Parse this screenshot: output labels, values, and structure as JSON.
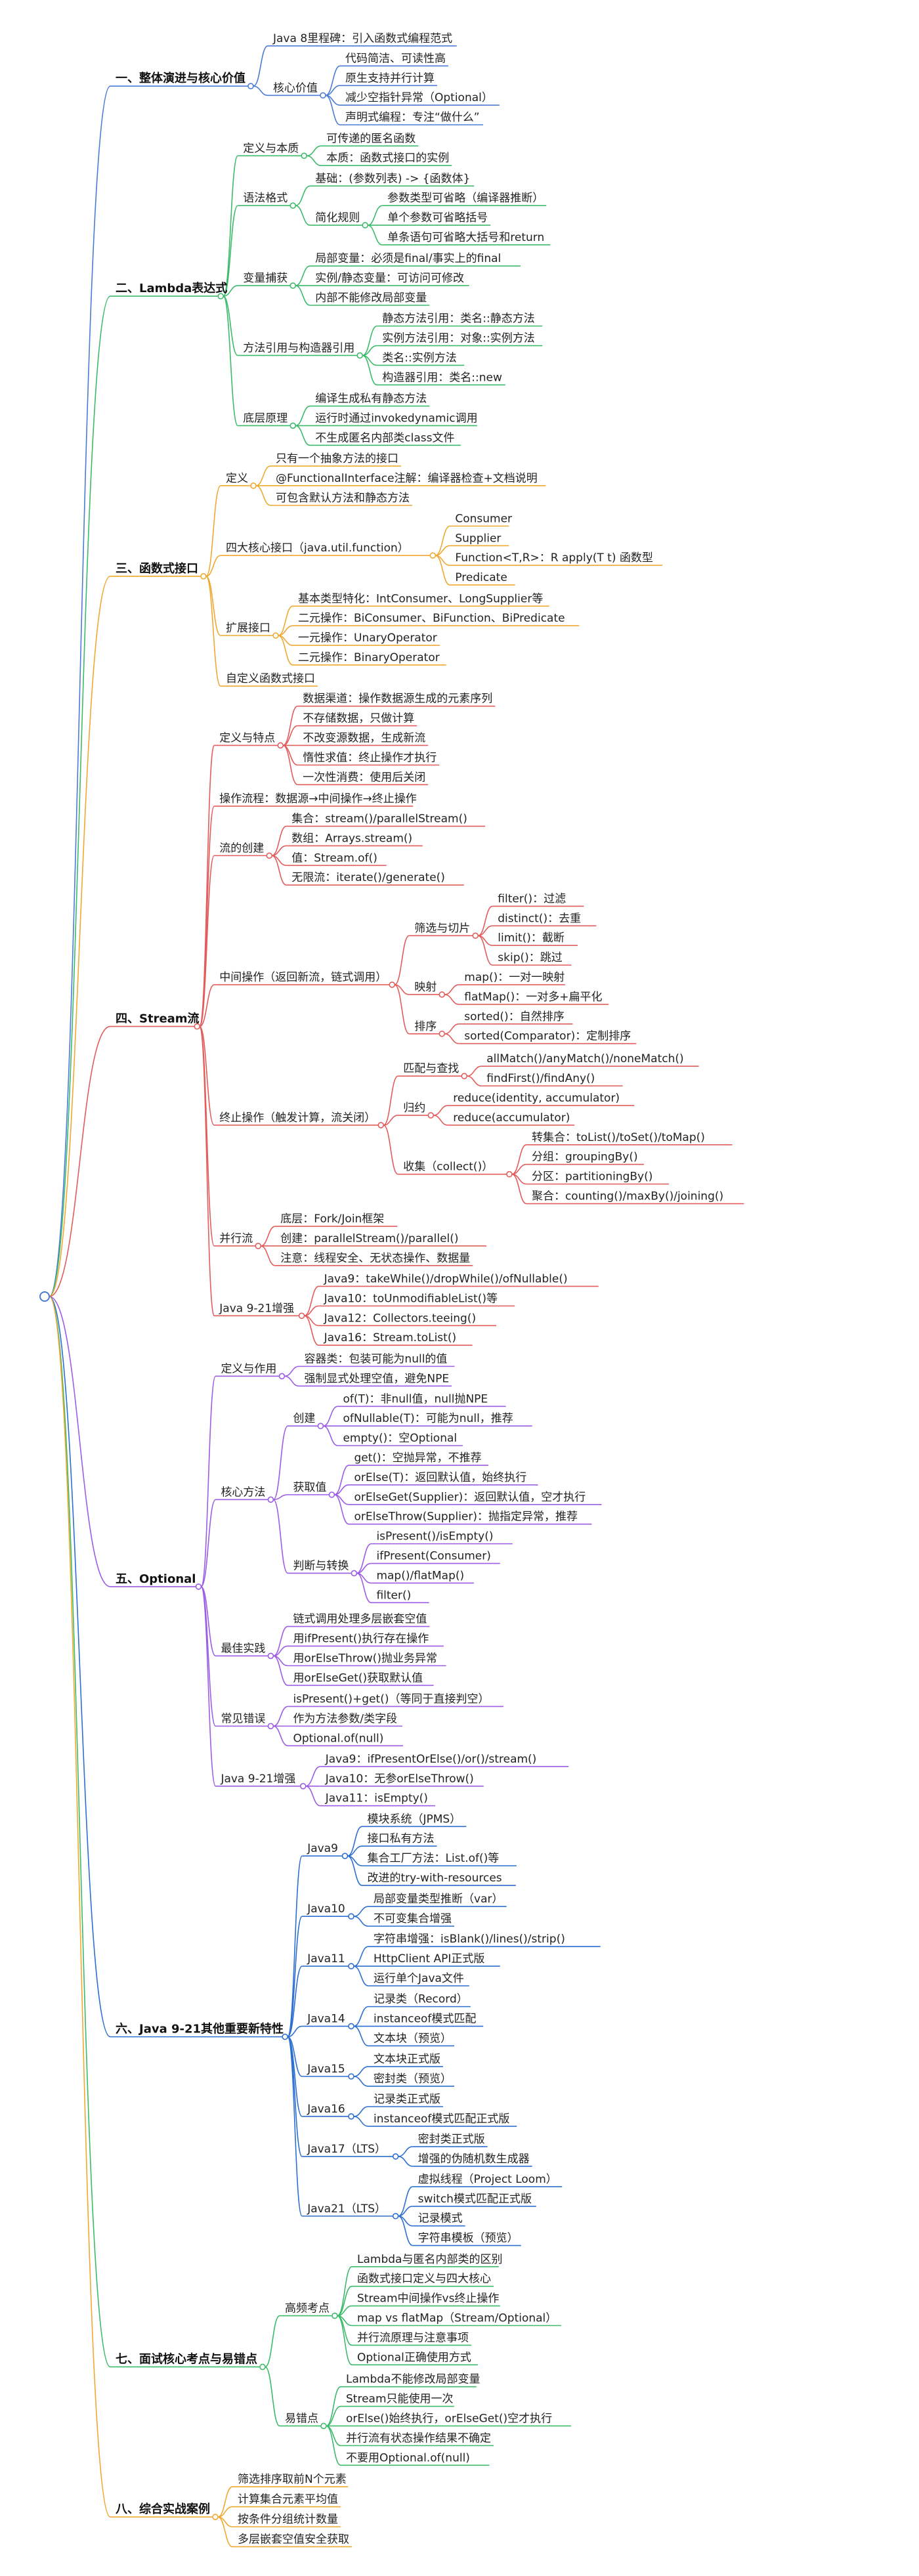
{
  "mindmap": {
    "sections": [
      {
        "label": "一、整体演进与核心价值",
        "color": "#4a7bd6",
        "children": [
          {
            "label": "Java 8里程碑：引入函数式编程范式"
          },
          {
            "label": "核心价值",
            "children": [
              {
                "label": "代码简洁、可读性高"
              },
              {
                "label": "原生支持并行计算"
              },
              {
                "label": "减少空指针异常（Optional）"
              },
              {
                "label": "声明式编程：专注“做什么”"
              }
            ]
          }
        ]
      },
      {
        "label": "二、Lambda表达式",
        "color": "#3cba6a",
        "children": [
          {
            "label": "定义与本质",
            "children": [
              {
                "label": "可传递的匿名函数"
              },
              {
                "label": "本质：函数式接口的实例"
              }
            ]
          },
          {
            "label": "语法格式",
            "children": [
              {
                "label": "基础：(参数列表) -> {函数体}"
              },
              {
                "label": "简化规则",
                "children": [
                  {
                    "label": "参数类型可省略（编译器推断）"
                  },
                  {
                    "label": "单个参数可省略括号"
                  },
                  {
                    "label": "单条语句可省略大括号和return"
                  }
                ]
              }
            ]
          },
          {
            "label": "变量捕获",
            "children": [
              {
                "label": "局部变量：必须是final/事实上的final"
              },
              {
                "label": "实例/静态变量：可访问可修改"
              },
              {
                "label": "内部不能修改局部变量"
              }
            ]
          },
          {
            "label": "方法引用与构造器引用",
            "children": [
              {
                "label": "静态方法引用：类名::静态方法"
              },
              {
                "label": "实例方法引用：对象::实例方法"
              },
              {
                "label": "类名::实例方法"
              },
              {
                "label": "构造器引用：类名::new"
              }
            ]
          },
          {
            "label": "底层原理",
            "children": [
              {
                "label": "编译生成私有静态方法"
              },
              {
                "label": "运行时通过invokedynamic调用"
              },
              {
                "label": "不生成匿名内部类class文件"
              }
            ]
          }
        ]
      },
      {
        "label": "三、函数式接口",
        "color": "#f0a830",
        "children": [
          {
            "label": "定义",
            "children": [
              {
                "label": "只有一个抽象方法的接口"
              },
              {
                "label": "@FunctionalInterface注解：编译器检查+文档说明"
              },
              {
                "label": "可包含默认方法和静态方法"
              }
            ]
          },
          {
            "label": "四大核心接口（java.util.function）",
            "children": [
              {
                "label": "Consumer"
              },
              {
                "label": "Supplier"
              },
              {
                "label": "Function<T,R>：R apply(T t) 函数型"
              },
              {
                "label": "Predicate"
              }
            ]
          },
          {
            "label": "扩展接口",
            "children": [
              {
                "label": "基本类型特化：IntConsumer、LongSupplier等"
              },
              {
                "label": "二元操作：BiConsumer、BiFunction、BiPredicate"
              },
              {
                "label": "一元操作：UnaryOperator"
              },
              {
                "label": "二元操作：BinaryOperator"
              }
            ]
          },
          {
            "label": "自定义函数式接口"
          }
        ]
      },
      {
        "label": "四、Stream流",
        "color": "#e25c5c",
        "children": [
          {
            "label": "定义与特点",
            "children": [
              {
                "label": "数据渠道：操作数据源生成的元素序列"
              },
              {
                "label": "不存储数据，只做计算"
              },
              {
                "label": "不改变源数据，生成新流"
              },
              {
                "label": "惰性求值：终止操作才执行"
              },
              {
                "label": "一次性消费：使用后关闭"
              }
            ]
          },
          {
            "label": "操作流程：数据源→中间操作→终止操作"
          },
          {
            "label": "流的创建",
            "children": [
              {
                "label": "集合：stream()/parallelStream()"
              },
              {
                "label": "数组：Arrays.stream()"
              },
              {
                "label": "值：Stream.of()"
              },
              {
                "label": "无限流：iterate()/generate()"
              }
            ]
          },
          {
            "label": "中间操作（返回新流，链式调用）",
            "children": [
              {
                "label": "筛选与切片",
                "children": [
                  {
                    "label": "filter()：过滤"
                  },
                  {
                    "label": "distinct()：去重"
                  },
                  {
                    "label": "limit()：截断"
                  },
                  {
                    "label": "skip()：跳过"
                  }
                ]
              },
              {
                "label": "映射",
                "children": [
                  {
                    "label": "map()：一对一映射"
                  },
                  {
                    "label": "flatMap()：一对多+扁平化"
                  }
                ]
              },
              {
                "label": "排序",
                "children": [
                  {
                    "label": "sorted()：自然排序"
                  },
                  {
                    "label": "sorted(Comparator)：定制排序"
                  }
                ]
              }
            ]
          },
          {
            "label": "终止操作（触发计算，流关闭）",
            "children": [
              {
                "label": "匹配与查找",
                "children": [
                  {
                    "label": "allMatch()/anyMatch()/noneMatch()"
                  },
                  {
                    "label": "findFirst()/findAny()"
                  }
                ]
              },
              {
                "label": "归约",
                "children": [
                  {
                    "label": "reduce(identity, accumulator)"
                  },
                  {
                    "label": "reduce(accumulator)"
                  }
                ]
              },
              {
                "label": "收集（collect()）",
                "children": [
                  {
                    "label": "转集合：toList()/toSet()/toMap()"
                  },
                  {
                    "label": "分组：groupingBy()"
                  },
                  {
                    "label": "分区：partitioningBy()"
                  },
                  {
                    "label": "聚合：counting()/maxBy()/joining()"
                  }
                ]
              }
            ]
          },
          {
            "label": "并行流",
            "children": [
              {
                "label": "底层：Fork/Join框架"
              },
              {
                "label": "创建：parallelStream()/parallel()"
              },
              {
                "label": "注意：线程安全、无状态操作、数据量"
              }
            ]
          },
          {
            "label": "Java 9-21增强",
            "children": [
              {
                "label": "Java9：takeWhile()/dropWhile()/ofNullable()"
              },
              {
                "label": "Java10：toUnmodifiableList()等"
              },
              {
                "label": "Java12：Collectors.teeing()"
              },
              {
                "label": "Java16：Stream.toList()"
              }
            ]
          }
        ]
      },
      {
        "label": "五、Optional",
        "color": "#9b5de5",
        "children": [
          {
            "label": "定义与作用",
            "children": [
              {
                "label": "容器类：包装可能为null的值"
              },
              {
                "label": "强制显式处理空值，避免NPE"
              }
            ]
          },
          {
            "label": "核心方法",
            "children": [
              {
                "label": "创建",
                "children": [
                  {
                    "label": "of(T)：非null值，null抛NPE"
                  },
                  {
                    "label": "ofNullable(T)：可能为null，推荐"
                  },
                  {
                    "label": "empty()：空Optional"
                  }
                ]
              },
              {
                "label": "获取值",
                "children": [
                  {
                    "label": "get()：空抛异常，不推荐"
                  },
                  {
                    "label": "orElse(T)：返回默认值，始终执行"
                  },
                  {
                    "label": "orElseGet(Supplier)：返回默认值，空才执行"
                  },
                  {
                    "label": "orElseThrow(Supplier)：抛指定异常，推荐"
                  }
                ]
              },
              {
                "label": "判断与转换",
                "children": [
                  {
                    "label": "isPresent()/isEmpty()"
                  },
                  {
                    "label": "ifPresent(Consumer)"
                  },
                  {
                    "label": "map()/flatMap()"
                  },
                  {
                    "label": "filter()"
                  }
                ]
              }
            ]
          },
          {
            "label": "最佳实践",
            "children": [
              {
                "label": "链式调用处理多层嵌套空值"
              },
              {
                "label": "用ifPresent()执行存在操作"
              },
              {
                "label": "用orElseThrow()抛业务异常"
              },
              {
                "label": "用orElseGet()获取默认值"
              }
            ]
          },
          {
            "label": "常见错误",
            "children": [
              {
                "label": "isPresent()+get()（等同于直接判空）"
              },
              {
                "label": "作为方法参数/类字段"
              },
              {
                "label": "Optional.of(null)"
              }
            ]
          },
          {
            "label": "Java 9-21增强",
            "children": [
              {
                "label": "Java9：ifPresentOrElse()/or()/stream()"
              },
              {
                "label": "Java10：无参orElseThrow()"
              },
              {
                "label": "Java11：isEmpty()"
              }
            ]
          }
        ]
      },
      {
        "label": "六、Java 9-21其他重要新特性",
        "color": "#2c6fd0",
        "children": [
          {
            "label": "Java9",
            "children": [
              {
                "label": "模块系统（JPMS）"
              },
              {
                "label": "接口私有方法"
              },
              {
                "label": "集合工厂方法：List.of()等"
              },
              {
                "label": "改进的try-with-resources"
              }
            ]
          },
          {
            "label": "Java10",
            "children": [
              {
                "label": "局部变量类型推断（var）"
              },
              {
                "label": "不可变集合增强"
              }
            ]
          },
          {
            "label": "Java11",
            "children": [
              {
                "label": "字符串增强：isBlank()/lines()/strip()"
              },
              {
                "label": "HttpClient API正式版"
              },
              {
                "label": "运行单个Java文件"
              }
            ]
          },
          {
            "label": "Java14",
            "children": [
              {
                "label": "记录类（Record）"
              },
              {
                "label": "instanceof模式匹配"
              },
              {
                "label": "文本块（预览）"
              }
            ]
          },
          {
            "label": "Java15",
            "children": [
              {
                "label": "文本块正式版"
              },
              {
                "label": "密封类（预览）"
              }
            ]
          },
          {
            "label": "Java16",
            "children": [
              {
                "label": "记录类正式版"
              },
              {
                "label": "instanceof模式匹配正式版"
              }
            ]
          },
          {
            "label": "Java17（LTS）",
            "children": [
              {
                "label": "密封类正式版"
              },
              {
                "label": "增强的伪随机数生成器"
              }
            ]
          },
          {
            "label": "Java21（LTS）",
            "children": [
              {
                "label": "虚拟线程（Project Loom）"
              },
              {
                "label": "switch模式匹配正式版"
              },
              {
                "label": "记录模式"
              },
              {
                "label": "字符串模板（预览）"
              }
            ]
          }
        ]
      },
      {
        "label": "七、面试核心考点与易错点",
        "color": "#3cba6a",
        "children": [
          {
            "label": "高频考点",
            "children": [
              {
                "label": "Lambda与匿名内部类的区别"
              },
              {
                "label": "函数式接口定义与四大核心"
              },
              {
                "label": "Stream中间操作vs终止操作"
              },
              {
                "label": "map vs flatMap（Stream/Optional）"
              },
              {
                "label": "并行流原理与注意事项"
              },
              {
                "label": "Optional正确使用方式"
              }
            ]
          },
          {
            "label": "易错点",
            "children": [
              {
                "label": "Lambda不能修改局部变量"
              },
              {
                "label": "Stream只能使用一次"
              },
              {
                "label": "orElse()始终执行，orElseGet()空才执行"
              },
              {
                "label": "并行流有状态操作结果不确定"
              },
              {
                "label": "不要用Optional.of(null)"
              }
            ]
          }
        ]
      },
      {
        "label": "八、综合实战案例",
        "color": "#f0a830",
        "children": [
          {
            "label": "筛选排序取前N个元素"
          },
          {
            "label": "计算集合元素平均值"
          },
          {
            "label": "按条件分组统计数量"
          },
          {
            "label": "多层嵌套空值安全获取"
          }
        ]
      }
    ]
  }
}
